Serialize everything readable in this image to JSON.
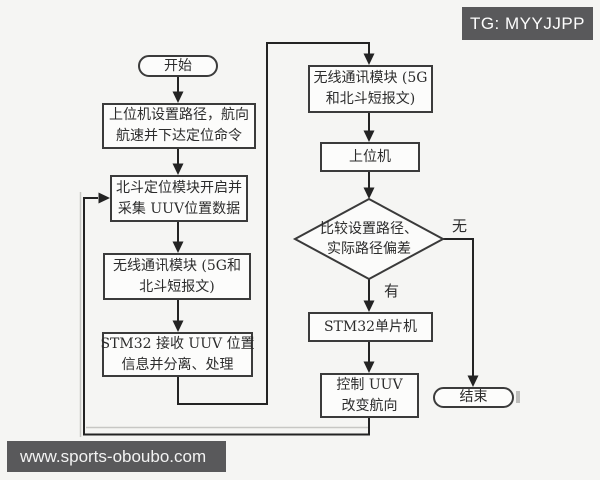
{
  "page": {
    "background": "#f5f5f3",
    "line_color": "#232323",
    "box_fill": "#fcfcfb"
  },
  "badge": {
    "text": "TG: MYYJJPP",
    "bg": "#59595b"
  },
  "watermark": {
    "text": "www.sports-oboubo.com",
    "bg": "#59595b"
  },
  "flowchart": {
    "start": {
      "label": "开始"
    },
    "set_path": {
      "line1": "上位机设置路径，航向",
      "line2": "航速并下达定位命令"
    },
    "beidou": {
      "line1": "北斗定位模块开启并",
      "line2": "采集 UUV位置数据"
    },
    "wireless_left": {
      "line1": "无线通讯模块 (5G和",
      "line2": "北斗短报文)"
    },
    "stm32_receive": {
      "line1": "STM32 接收 UUV 位置",
      "line2": "信息并分离、处理"
    },
    "wireless_right": {
      "line1": "无线通讯模块 (5G",
      "line2": "和北斗短报文)"
    },
    "host": {
      "label": "上位机"
    },
    "decision": {
      "line1": "比较设置路径、",
      "line2": "实际路径偏差"
    },
    "branch_no": {
      "label": "无"
    },
    "branch_yes": {
      "label": "有"
    },
    "stm32_mcu": {
      "label": "STM32单片机"
    },
    "control": {
      "line1": "控制 UUV",
      "line2": "改变航向"
    },
    "end": {
      "label": "结束"
    }
  }
}
